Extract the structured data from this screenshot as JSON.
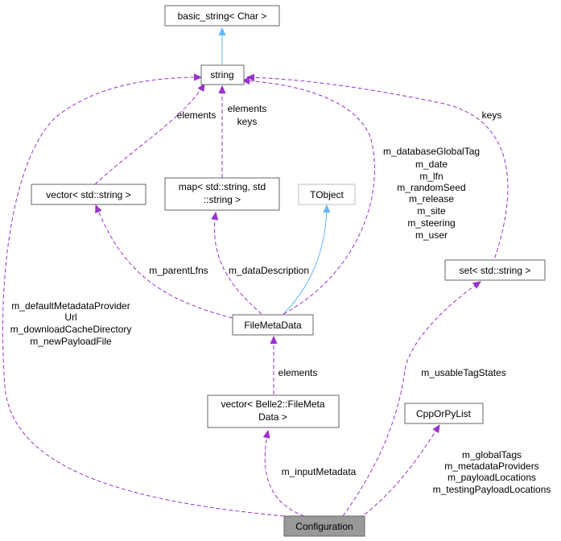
{
  "nodes": {
    "basic_string": [
      "basic_string< Char >"
    ],
    "string": [
      "string"
    ],
    "vector_string": [
      "vector< std::string >"
    ],
    "map": [
      "map< std::string, std",
      "::string >"
    ],
    "tobject": [
      "TObject"
    ],
    "set": [
      "set< std::string >"
    ],
    "filemetadata": [
      "FileMetaData"
    ],
    "vector_fmd": [
      "vector< Belle2::FileMeta",
      "Data >"
    ],
    "cpporpylist": [
      "CppOrPyList"
    ],
    "configuration": [
      "Configuration"
    ]
  },
  "edges": {
    "vector_elements": [
      "elements"
    ],
    "map_elements": [
      "elements",
      "keys"
    ],
    "set_keys": [
      "keys"
    ],
    "fmd_strings": [
      "m_databaseGlobalTag",
      "m_date",
      "m_lfn",
      "m_randomSeed",
      "m_release",
      "m_site",
      "m_steering",
      "m_user"
    ],
    "config_strings": [
      "m_defaultMetadataProvider",
      "Url",
      "m_downloadCacheDirectory",
      "m_newPayloadFile"
    ],
    "parentLfns": [
      "m_parentLfns"
    ],
    "dataDescription": [
      "m_dataDescription"
    ],
    "fmd_elements": [
      "elements"
    ],
    "usableTagStates": [
      "m_usableTagStates"
    ],
    "inputMetadata": [
      "m_inputMetadata"
    ],
    "cpporpy": [
      "m_globalTags",
      "m_metadataProviders",
      "m_payloadLocations",
      "m_testingPayloadLocations"
    ]
  }
}
